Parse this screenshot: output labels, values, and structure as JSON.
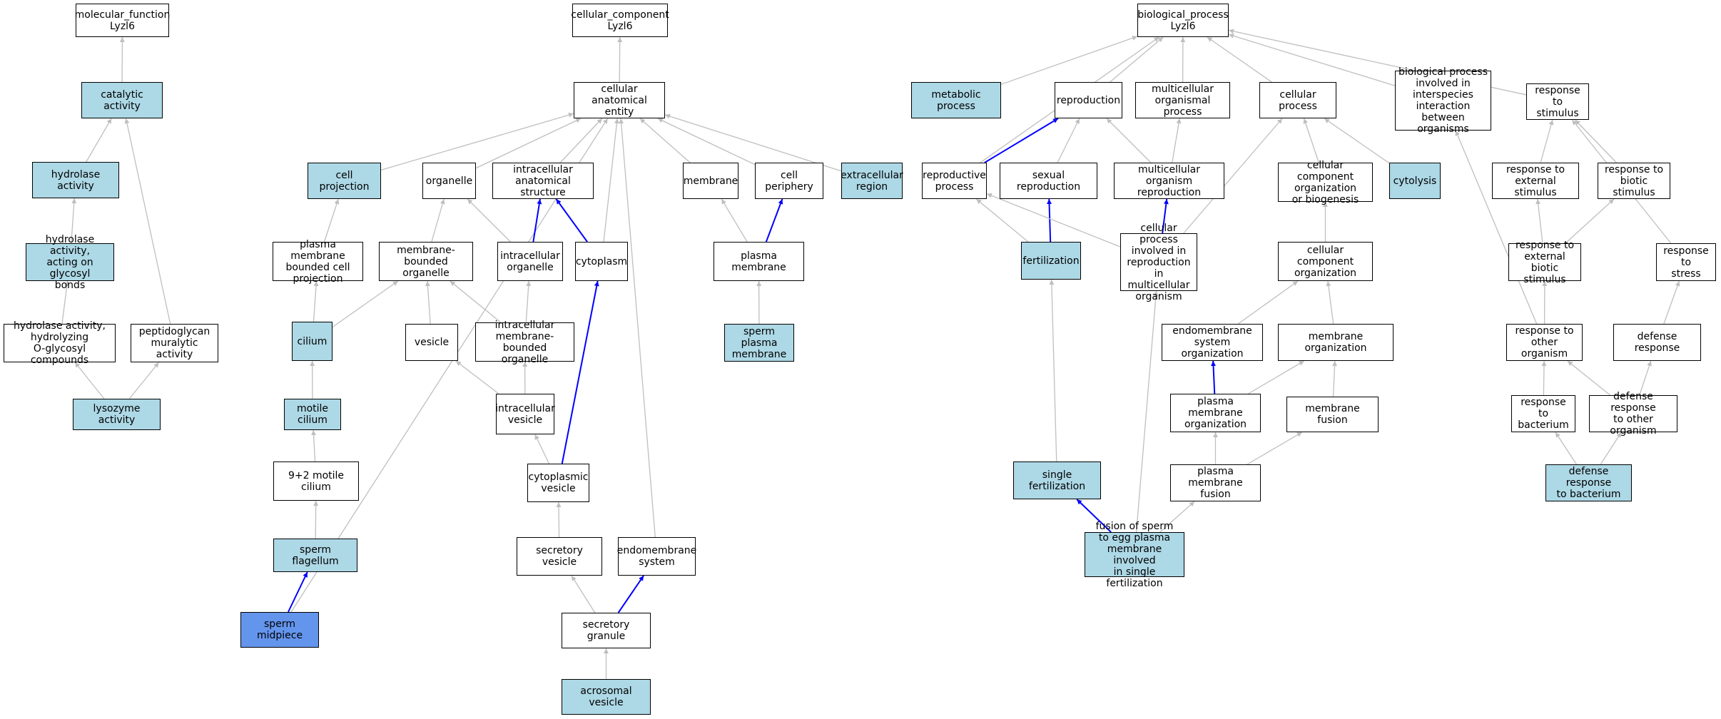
{
  "colors": {
    "default_fill": "#ffffff",
    "highlight_fill": "#add8e6",
    "focus_fill": "#6495ed",
    "edge_gray": "#bfbfbf",
    "edge_blue": "#0000ff"
  },
  "nodes": [
    {
      "id": "mf",
      "label": "molecular_function\nLyzl6",
      "fill": "default"
    },
    {
      "id": "catalytic",
      "label": "catalytic activity",
      "fill": "highlight"
    },
    {
      "id": "hydrolase",
      "label": "hydrolase activity",
      "fill": "highlight"
    },
    {
      "id": "glycosyl",
      "label": "hydrolase activity,\nacting on glycosyl\nbonds",
      "fill": "highlight"
    },
    {
      "id": "ocompounds",
      "label": "hydrolase activity,\nhydrolyzing\nO-glycosyl compounds",
      "fill": "default"
    },
    {
      "id": "peptidoglycan",
      "label": "peptidoglycan\nmuralytic activity",
      "fill": "default"
    },
    {
      "id": "lysozyme",
      "label": "lysozyme activity",
      "fill": "highlight"
    },
    {
      "id": "cc",
      "label": "cellular_component\nLyzl6",
      "fill": "default"
    },
    {
      "id": "cae",
      "label": "cellular anatomical\nentity",
      "fill": "default"
    },
    {
      "id": "cellproj",
      "label": "cell projection",
      "fill": "highlight"
    },
    {
      "id": "organelle",
      "label": "organelle",
      "fill": "default"
    },
    {
      "id": "ias",
      "label": "intracellular\nanatomical structure",
      "fill": "default"
    },
    {
      "id": "membrane",
      "label": "membrane",
      "fill": "default"
    },
    {
      "id": "periphery",
      "label": "cell periphery",
      "fill": "default"
    },
    {
      "id": "extracell",
      "label": "extracellular\nregion",
      "fill": "highlight"
    },
    {
      "id": "pmbcp",
      "label": "plasma membrane\nbounded cell\nprojection",
      "fill": "default"
    },
    {
      "id": "mbo",
      "label": "membrane-bounded\norganelle",
      "fill": "default"
    },
    {
      "id": "intorg",
      "label": "intracellular\norganelle",
      "fill": "default"
    },
    {
      "id": "cytoplasm",
      "label": "cytoplasm",
      "fill": "default"
    },
    {
      "id": "plasmamem",
      "label": "plasma membrane",
      "fill": "default"
    },
    {
      "id": "cilium",
      "label": "cilium",
      "fill": "highlight"
    },
    {
      "id": "vesicle",
      "label": "vesicle",
      "fill": "default"
    },
    {
      "id": "imbo",
      "label": "intracellular\nmembrane-bounded\norganelle",
      "fill": "default"
    },
    {
      "id": "spermpm",
      "label": "sperm plasma\nmembrane",
      "fill": "highlight"
    },
    {
      "id": "motile",
      "label": "motile cilium",
      "fill": "highlight"
    },
    {
      "id": "intves",
      "label": "intracellular\nvesicle",
      "fill": "default"
    },
    {
      "id": "ninetwo",
      "label": "9+2 motile cilium",
      "fill": "default"
    },
    {
      "id": "cytoves",
      "label": "cytoplasmic\nvesicle",
      "fill": "default"
    },
    {
      "id": "flagellum",
      "label": "sperm flagellum",
      "fill": "highlight"
    },
    {
      "id": "secves",
      "label": "secretory vesicle",
      "fill": "default"
    },
    {
      "id": "endomem",
      "label": "endomembrane\nsystem",
      "fill": "default"
    },
    {
      "id": "midpiece",
      "label": "sperm midpiece",
      "fill": "focus"
    },
    {
      "id": "secgran",
      "label": "secretory granule",
      "fill": "default"
    },
    {
      "id": "acrosomal",
      "label": "acrosomal vesicle",
      "fill": "highlight"
    },
    {
      "id": "bp",
      "label": "biological_process\nLyzl6",
      "fill": "default"
    },
    {
      "id": "metabolic",
      "label": "metabolic process",
      "fill": "highlight"
    },
    {
      "id": "reproduction",
      "label": "reproduction",
      "fill": "default"
    },
    {
      "id": "multiproc",
      "label": "multicellular\norganismal process",
      "fill": "default"
    },
    {
      "id": "cellproc",
      "label": "cellular process",
      "fill": "default"
    },
    {
      "id": "interspecies",
      "label": "biological process\ninvolved in\ninterspecies\ninteraction\nbetween organisms",
      "fill": "default"
    },
    {
      "id": "stimulus",
      "label": "response to\nstimulus",
      "fill": "default"
    },
    {
      "id": "reproproc",
      "label": "reproductive\nprocess",
      "fill": "default"
    },
    {
      "id": "sexual",
      "label": "sexual reproduction",
      "fill": "default"
    },
    {
      "id": "multirepro",
      "label": "multicellular\norganism reproduction",
      "fill": "default"
    },
    {
      "id": "ccob",
      "label": "cellular component\norganization\nor biogenesis",
      "fill": "default"
    },
    {
      "id": "cytolysis",
      "label": "cytolysis",
      "fill": "highlight"
    },
    {
      "id": "extstim",
      "label": "response to\nexternal stimulus",
      "fill": "default"
    },
    {
      "id": "biostim",
      "label": "response to\nbiotic stimulus",
      "fill": "default"
    },
    {
      "id": "fertilization",
      "label": "fertilization",
      "fill": "highlight"
    },
    {
      "id": "cpirm",
      "label": "cellular process\ninvolved in\nreproduction\nin multicellular\norganism",
      "fill": "default"
    },
    {
      "id": "cco",
      "label": "cellular component\norganization",
      "fill": "default"
    },
    {
      "id": "extbio",
      "label": "response to\nexternal biotic\nstimulus",
      "fill": "default"
    },
    {
      "id": "stress",
      "label": "response to\nstress",
      "fill": "default"
    },
    {
      "id": "endoorg",
      "label": "endomembrane\nsystem organization",
      "fill": "default"
    },
    {
      "id": "memorg",
      "label": "membrane organization",
      "fill": "default"
    },
    {
      "id": "otherorg",
      "label": "response to\nother organism",
      "fill": "default"
    },
    {
      "id": "defense",
      "label": "defense response",
      "fill": "default"
    },
    {
      "id": "pmorg",
      "label": "plasma membrane\norganization",
      "fill": "default"
    },
    {
      "id": "memfusion",
      "label": "membrane fusion",
      "fill": "default"
    },
    {
      "id": "bacterium",
      "label": "response to\nbacterium",
      "fill": "default"
    },
    {
      "id": "defother",
      "label": "defense response\nto other organism",
      "fill": "default"
    },
    {
      "id": "singlefert",
      "label": "single fertilization",
      "fill": "highlight"
    },
    {
      "id": "pmfusion",
      "label": "plasma membrane\nfusion",
      "fill": "default"
    },
    {
      "id": "defbact",
      "label": "defense response\nto bacterium",
      "fill": "highlight"
    },
    {
      "id": "spermegg",
      "label": "fusion of sperm\nto egg plasma\nmembrane involved\nin single fertilization",
      "fill": "highlight"
    }
  ],
  "edges": [
    {
      "from": "catalytic",
      "to": "mf",
      "kind": "gray"
    },
    {
      "from": "hydrolase",
      "to": "catalytic",
      "kind": "gray"
    },
    {
      "from": "glycosyl",
      "to": "hydrolase",
      "kind": "gray"
    },
    {
      "from": "ocompounds",
      "to": "glycosyl",
      "kind": "gray"
    },
    {
      "from": "peptidoglycan",
      "to": "catalytic",
      "kind": "gray"
    },
    {
      "from": "lysozyme",
      "to": "ocompounds",
      "kind": "gray"
    },
    {
      "from": "lysozyme",
      "to": "peptidoglycan",
      "kind": "gray"
    },
    {
      "from": "cae",
      "to": "cc",
      "kind": "gray"
    },
    {
      "from": "cellproj",
      "to": "cae",
      "kind": "gray"
    },
    {
      "from": "organelle",
      "to": "cae",
      "kind": "gray"
    },
    {
      "from": "ias",
      "to": "cae",
      "kind": "gray"
    },
    {
      "from": "cytoplasm",
      "to": "cae",
      "kind": "gray"
    },
    {
      "from": "membrane",
      "to": "cae",
      "kind": "gray"
    },
    {
      "from": "periphery",
      "to": "cae",
      "kind": "gray"
    },
    {
      "from": "extracell",
      "to": "cae",
      "kind": "gray"
    },
    {
      "from": "endomem",
      "to": "cae",
      "kind": "gray"
    },
    {
      "from": "midpiece",
      "to": "cae",
      "kind": "gray"
    },
    {
      "from": "pmbcp",
      "to": "cellproj",
      "kind": "gray"
    },
    {
      "from": "mbo",
      "to": "organelle",
      "kind": "gray"
    },
    {
      "from": "intorg",
      "to": "organelle",
      "kind": "gray"
    },
    {
      "from": "intorg",
      "to": "ias",
      "kind": "blue"
    },
    {
      "from": "cytoplasm",
      "to": "ias",
      "kind": "blue"
    },
    {
      "from": "plasmamem",
      "to": "membrane",
      "kind": "gray"
    },
    {
      "from": "plasmamem",
      "to": "periphery",
      "kind": "blue"
    },
    {
      "from": "cilium",
      "to": "pmbcp",
      "kind": "gray"
    },
    {
      "from": "cilium",
      "to": "mbo",
      "kind": "gray"
    },
    {
      "from": "vesicle",
      "to": "mbo",
      "kind": "gray"
    },
    {
      "from": "imbo",
      "to": "mbo",
      "kind": "gray"
    },
    {
      "from": "imbo",
      "to": "intorg",
      "kind": "gray"
    },
    {
      "from": "spermpm",
      "to": "plasmamem",
      "kind": "gray"
    },
    {
      "from": "motile",
      "to": "cilium",
      "kind": "gray"
    },
    {
      "from": "intves",
      "to": "vesicle",
      "kind": "gray"
    },
    {
      "from": "intves",
      "to": "imbo",
      "kind": "gray"
    },
    {
      "from": "ninetwo",
      "to": "motile",
      "kind": "gray"
    },
    {
      "from": "cytoves",
      "to": "intves",
      "kind": "gray"
    },
    {
      "from": "cytoves",
      "to": "cytoplasm",
      "kind": "blue"
    },
    {
      "from": "flagellum",
      "to": "ninetwo",
      "kind": "gray"
    },
    {
      "from": "secves",
      "to": "cytoves",
      "kind": "gray"
    },
    {
      "from": "midpiece",
      "to": "flagellum",
      "kind": "blue"
    },
    {
      "from": "secgran",
      "to": "secves",
      "kind": "gray"
    },
    {
      "from": "secgran",
      "to": "endomem",
      "kind": "blue"
    },
    {
      "from": "acrosomal",
      "to": "secgran",
      "kind": "gray"
    },
    {
      "from": "metabolic",
      "to": "bp",
      "kind": "gray"
    },
    {
      "from": "reproduction",
      "to": "bp",
      "kind": "gray"
    },
    {
      "from": "multiproc",
      "to": "bp",
      "kind": "gray"
    },
    {
      "from": "cellproc",
      "to": "bp",
      "kind": "gray"
    },
    {
      "from": "interspecies",
      "to": "bp",
      "kind": "gray"
    },
    {
      "from": "stimulus",
      "to": "bp",
      "kind": "gray"
    },
    {
      "from": "reproproc",
      "to": "bp",
      "kind": "gray"
    },
    {
      "from": "reproproc",
      "to": "reproduction",
      "kind": "blue"
    },
    {
      "from": "sexual",
      "to": "reproduction",
      "kind": "gray"
    },
    {
      "from": "multirepro",
      "to": "reproduction",
      "kind": "gray"
    },
    {
      "from": "multirepro",
      "to": "multiproc",
      "kind": "gray"
    },
    {
      "from": "ccob",
      "to": "cellproc",
      "kind": "gray"
    },
    {
      "from": "cytolysis",
      "to": "cellproc",
      "kind": "gray"
    },
    {
      "from": "cpirm",
      "to": "cellproc",
      "kind": "gray"
    },
    {
      "from": "extstim",
      "to": "stimulus",
      "kind": "gray"
    },
    {
      "from": "biostim",
      "to": "stimulus",
      "kind": "gray"
    },
    {
      "from": "stress",
      "to": "stimulus",
      "kind": "gray"
    },
    {
      "from": "fertilization",
      "to": "reproproc",
      "kind": "gray"
    },
    {
      "from": "fertilization",
      "to": "sexual",
      "kind": "blue"
    },
    {
      "from": "cpirm",
      "to": "reproproc",
      "kind": "gray"
    },
    {
      "from": "cpirm",
      "to": "multirepro",
      "kind": "blue"
    },
    {
      "from": "cco",
      "to": "ccob",
      "kind": "gray"
    },
    {
      "from": "extbio",
      "to": "extstim",
      "kind": "gray"
    },
    {
      "from": "extbio",
      "to": "biostim",
      "kind": "gray"
    },
    {
      "from": "otherorg",
      "to": "extbio",
      "kind": "gray"
    },
    {
      "from": "otherorg",
      "to": "interspecies",
      "kind": "gray"
    },
    {
      "from": "endoorg",
      "to": "cco",
      "kind": "gray"
    },
    {
      "from": "memorg",
      "to": "cco",
      "kind": "gray"
    },
    {
      "from": "defense",
      "to": "stress",
      "kind": "gray"
    },
    {
      "from": "pmorg",
      "to": "endoorg",
      "kind": "blue"
    },
    {
      "from": "pmorg",
      "to": "memorg",
      "kind": "gray"
    },
    {
      "from": "memfusion",
      "to": "memorg",
      "kind": "gray"
    },
    {
      "from": "bacterium",
      "to": "otherorg",
      "kind": "gray"
    },
    {
      "from": "defother",
      "to": "otherorg",
      "kind": "gray"
    },
    {
      "from": "defother",
      "to": "defense",
      "kind": "gray"
    },
    {
      "from": "pmfusion",
      "to": "pmorg",
      "kind": "gray"
    },
    {
      "from": "pmfusion",
      "to": "memfusion",
      "kind": "gray"
    },
    {
      "from": "singlefert",
      "to": "fertilization",
      "kind": "gray"
    },
    {
      "from": "defbact",
      "to": "bacterium",
      "kind": "gray"
    },
    {
      "from": "defbact",
      "to": "defother",
      "kind": "gray"
    },
    {
      "from": "spermegg",
      "to": "singlefert",
      "kind": "blue"
    },
    {
      "from": "spermegg",
      "to": "pmfusion",
      "kind": "gray"
    },
    {
      "from": "spermegg",
      "to": "cpirm",
      "kind": "gray"
    }
  ]
}
